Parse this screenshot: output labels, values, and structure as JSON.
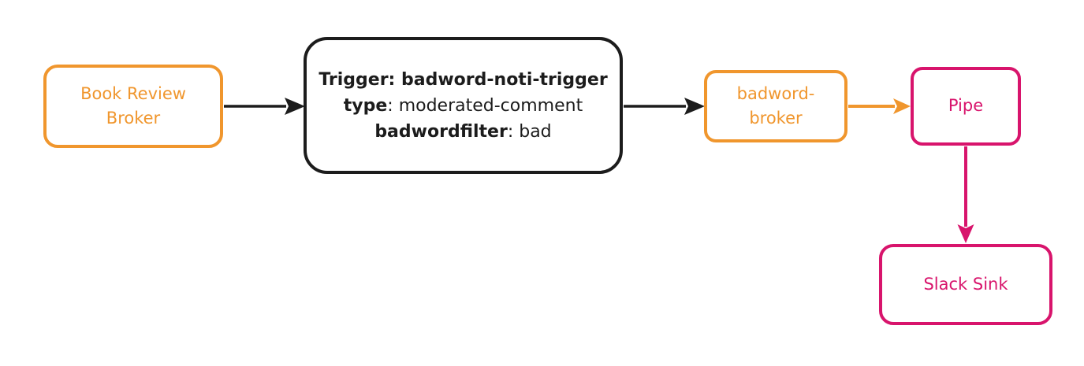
{
  "colors": {
    "orange": "#F0962D",
    "pink": "#D8146C",
    "ink": "#1C1C1C"
  },
  "nodes": {
    "book_review_broker": {
      "label": "Book Review\nBroker"
    },
    "trigger": {
      "lines": [
        {
          "bold": "Trigger: badword-noti-trigger",
          "rest": ""
        },
        {
          "bold": "type",
          "rest": ": moderated-comment"
        },
        {
          "bold": "badwordfilter",
          "rest": ": bad"
        }
      ]
    },
    "badword_broker": {
      "label": "badword-\nbroker"
    },
    "pipe": {
      "label": "Pipe"
    },
    "slack_sink": {
      "label": "Slack Sink"
    }
  },
  "edges": [
    {
      "from": "book_review_broker",
      "to": "trigger",
      "color": "#1C1C1C"
    },
    {
      "from": "trigger",
      "to": "badword_broker",
      "color": "#1C1C1C"
    },
    {
      "from": "badword_broker",
      "to": "pipe",
      "color": "#F0962D"
    },
    {
      "from": "pipe",
      "to": "slack_sink",
      "color": "#D8146C"
    }
  ]
}
